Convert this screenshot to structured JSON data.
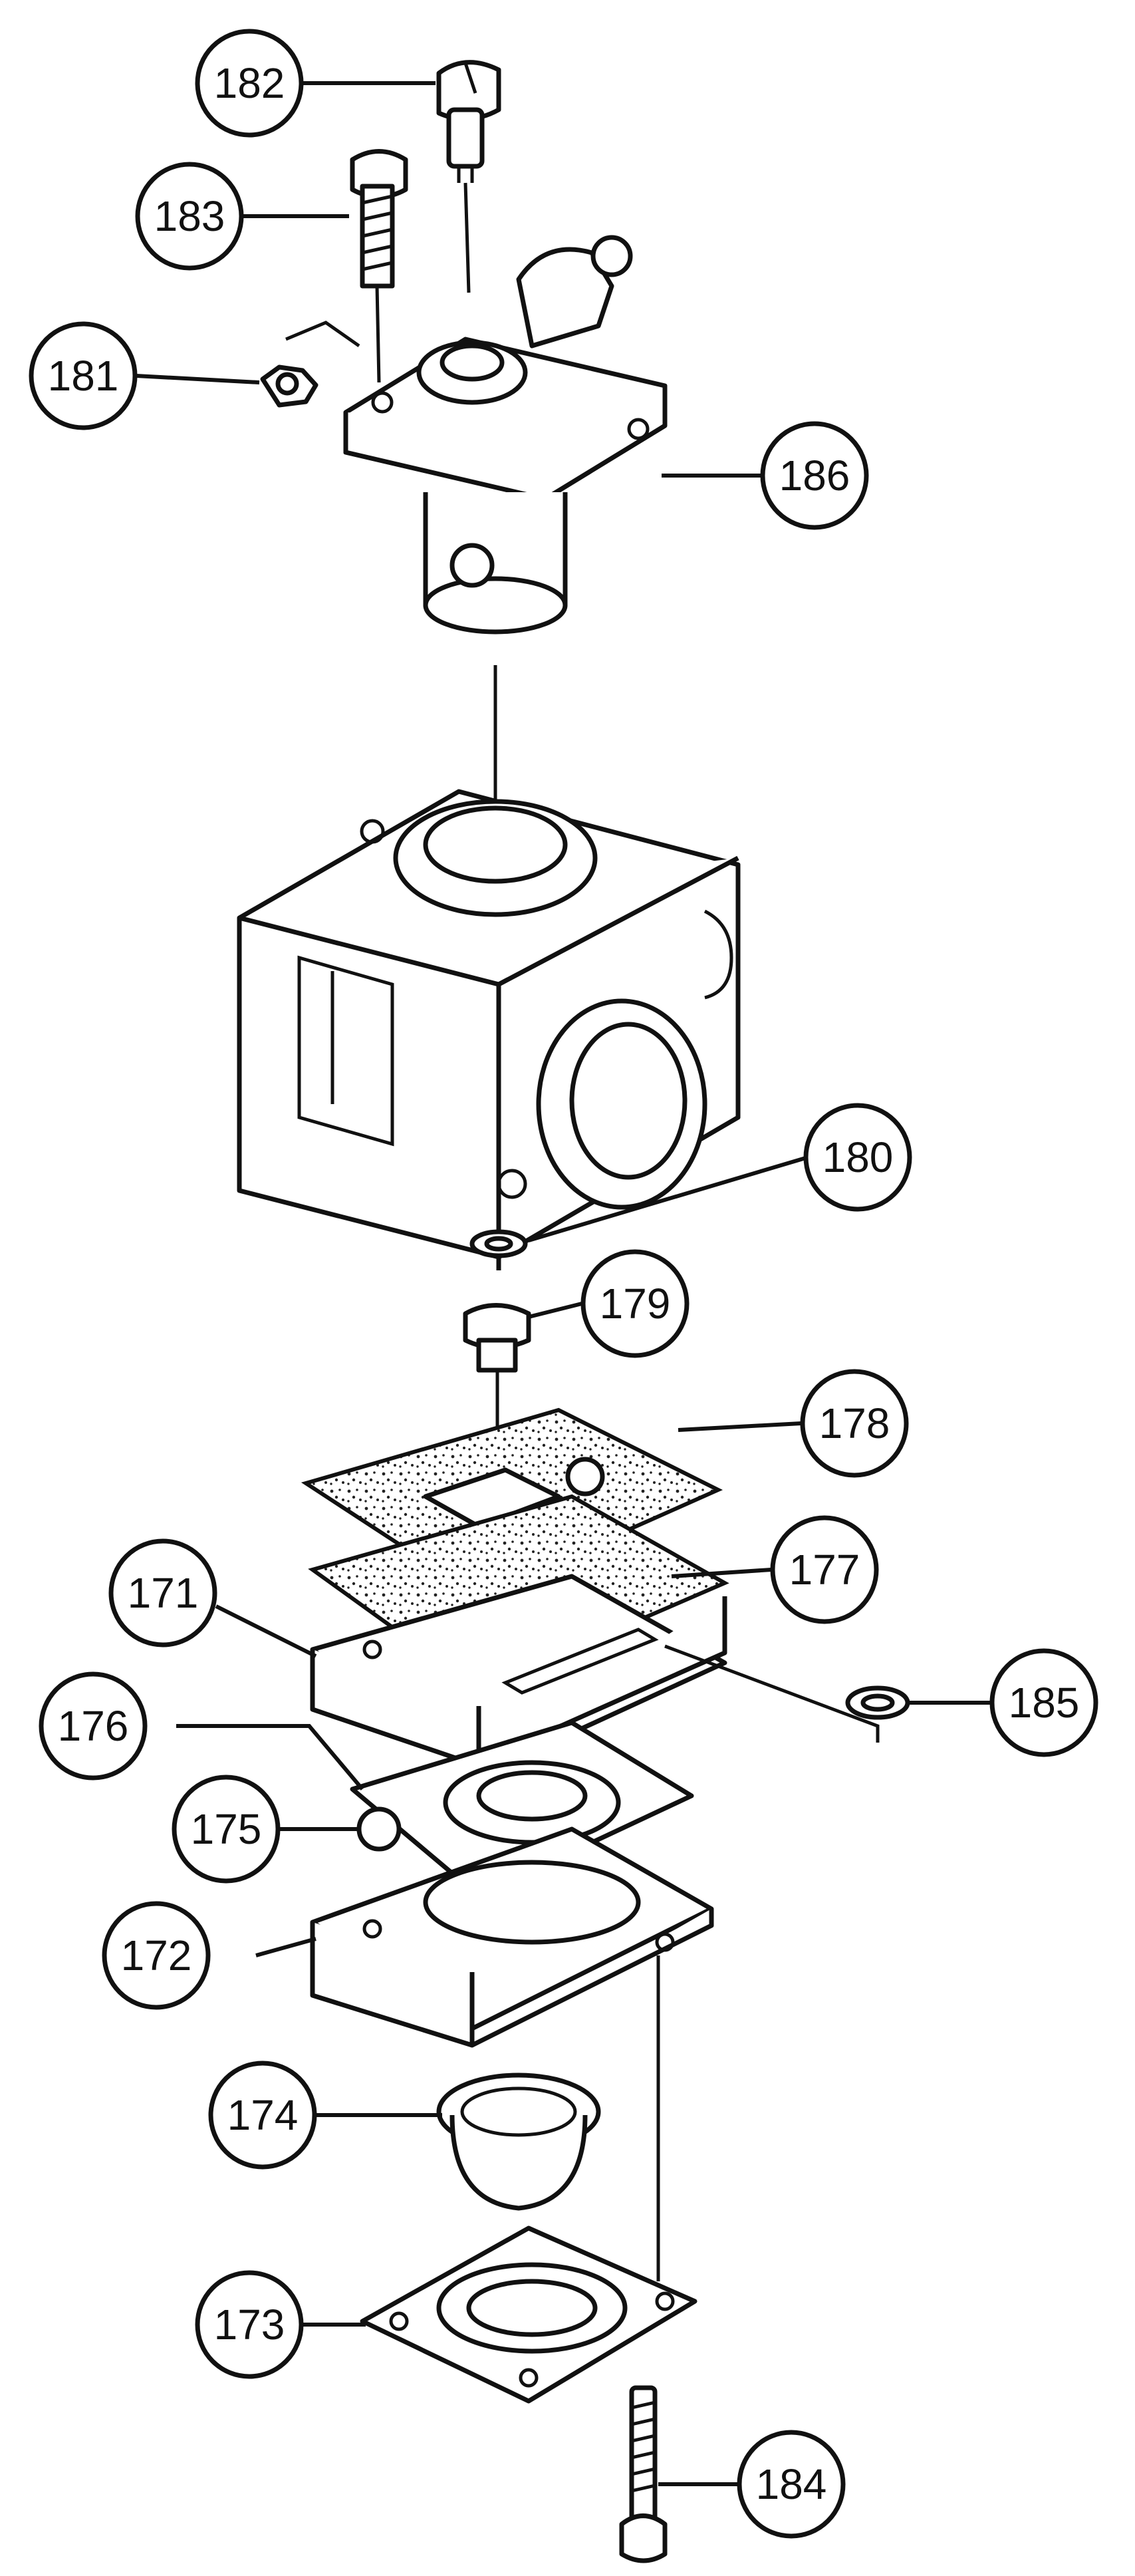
{
  "diagram": {
    "callouts": [
      {
        "id": "182",
        "label": "182"
      },
      {
        "id": "183",
        "label": "183"
      },
      {
        "id": "181",
        "label": "181"
      },
      {
        "id": "186",
        "label": "186"
      },
      {
        "id": "180",
        "label": "180"
      },
      {
        "id": "179",
        "label": "179"
      },
      {
        "id": "178",
        "label": "178"
      },
      {
        "id": "177",
        "label": "177"
      },
      {
        "id": "171",
        "label": "171"
      },
      {
        "id": "185",
        "label": "185"
      },
      {
        "id": "176",
        "label": "176"
      },
      {
        "id": "175",
        "label": "175"
      },
      {
        "id": "172",
        "label": "172"
      },
      {
        "id": "174",
        "label": "174"
      },
      {
        "id": "173",
        "label": "173"
      },
      {
        "id": "184",
        "label": "184"
      }
    ]
  }
}
